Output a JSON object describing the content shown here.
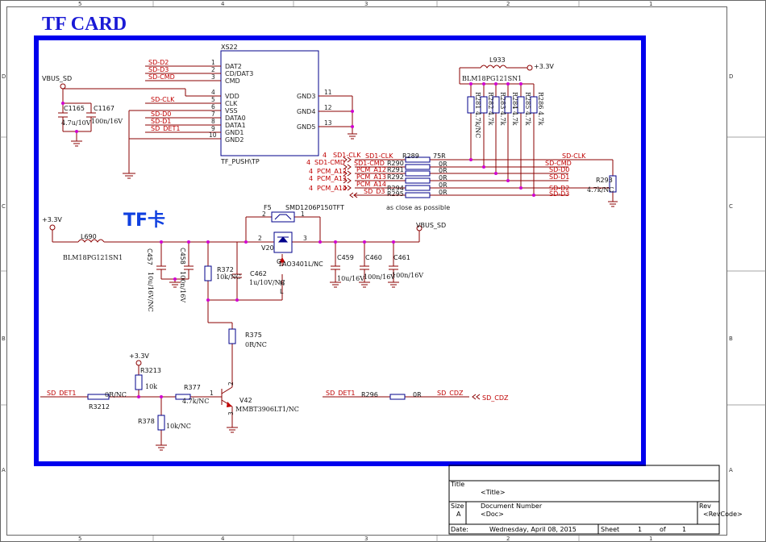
{
  "title": "TF CARD",
  "zones": {
    "columns": [
      "5",
      "4",
      "3",
      "2",
      "1"
    ],
    "rows": [
      "D",
      "C",
      "B",
      "A"
    ]
  },
  "connector": {
    "ref": "XS22",
    "footprint": "TF_PUSH\\TP",
    "left_pins": [
      {
        "num": "1",
        "name": "DAT2",
        "net": "SD-D2"
      },
      {
        "num": "2",
        "name": "CD/DAT3",
        "net": "SD-D3"
      },
      {
        "num": "3",
        "name": "CMD",
        "net": "SD-CMD"
      },
      {
        "num": "4",
        "name": "VDD",
        "net": ""
      },
      {
        "num": "5",
        "name": "CLK",
        "net": "SD-CLK"
      },
      {
        "num": "6",
        "name": "VSS",
        "net": ""
      },
      {
        "num": "7",
        "name": "DATA0",
        "net": "SD-D0"
      },
      {
        "num": "8",
        "name": "DATA1",
        "net": "SD-D1"
      },
      {
        "num": "9",
        "name": "GND1",
        "net": "SD_DET1"
      },
      {
        "num": "10",
        "name": "GND2",
        "net": ""
      }
    ],
    "right_pins": [
      {
        "num": "11",
        "name": "GND3"
      },
      {
        "num": "12",
        "name": "GND4"
      },
      {
        "num": "13",
        "name": "GND5"
      }
    ]
  },
  "vbus_label": "VBUS_SD",
  "caps_top": [
    {
      "ref": "C1165",
      "value": "4.7u/10V"
    },
    {
      "ref": "C1167",
      "value": "100n/16V"
    }
  ],
  "ferrite_top": {
    "ref": "L933",
    "value": "BLM18PG121SN1",
    "rail": "+3.3V"
  },
  "pullups": [
    {
      "ref": "R281",
      "value": "4.7k/NC"
    },
    {
      "ref": "R282",
      "value": "4.7k"
    },
    {
      "ref": "R283",
      "value": "4.7k"
    },
    {
      "ref": "R284",
      "value": "4.7k"
    },
    {
      "ref": "R285",
      "value": "4.7k"
    },
    {
      "ref": "R286",
      "value": "4.7k"
    }
  ],
  "series": [
    {
      "sheet": "4",
      "in": "SD1-CLK",
      "ref": "R289",
      "value": "75R",
      "out": "SD-CLK"
    },
    {
      "sheet": "4",
      "in": "SD1-CMD",
      "ref": "R290",
      "value": "0R",
      "out": "SD-CMD"
    },
    {
      "sheet": "4",
      "in": "PCM_A12",
      "ref": "R291",
      "value": "0R",
      "out": "SD-D0"
    },
    {
      "sheet": "4",
      "in": "PCM_A13",
      "ref": "R292",
      "value": "0R",
      "out": "SD-D1"
    },
    {
      "sheet": "4",
      "in": "PCM_A14",
      "ref": "R294",
      "value": "0R",
      "out": "SD-D2"
    },
    {
      "sheet": "",
      "in": "SD_D3",
      "ref": "R295",
      "value": "0R",
      "out": "SD-D3"
    }
  ],
  "r293": {
    "ref": "R293",
    "value": "4.7k/NC"
  },
  "note": "as close as possible",
  "tf_logo": "TF卡",
  "power": {
    "rail_in": "+3.3V",
    "ferrite": {
      "ref": "L690",
      "value": "BLM18PG121SN1"
    },
    "fuse": {
      "ref": "F5",
      "value": "SMD1206P150TFT"
    },
    "mosfet": {
      "ref": "V20",
      "value": "AO3401L/NC",
      "pins": [
        "1",
        "2",
        "3"
      ],
      "g": "G"
    },
    "out": "VBUS_SD",
    "c457": {
      "ref": "C457",
      "value": "10u/16V/NC"
    },
    "c458": {
      "ref": "C458",
      "value": "100n/16V"
    },
    "r372": {
      "ref": "R372",
      "value": "10k/NC"
    },
    "c462": {
      "ref": "C462",
      "value": "1u/10V/NC"
    },
    "hl": [
      "H",
      "L"
    ],
    "c459": {
      "ref": "C459",
      "value": "10u/16V"
    },
    "c460": {
      "ref": "C460",
      "value": "100n/16V"
    },
    "c461": {
      "ref": "C461",
      "value": "100n/16V"
    }
  },
  "detect": {
    "r375": {
      "ref": "R375",
      "value": "0R/NC"
    },
    "rail": "+3.3V",
    "r3213": {
      "ref": "R3213",
      "value": "10k"
    },
    "net": "SD_DET1",
    "r3212": {
      "ref": "R3212",
      "value": "0R/NC"
    },
    "r377": {
      "ref": "R377",
      "value": "4.7k/NC"
    },
    "r378": {
      "ref": "R378",
      "value": "10k/NC"
    },
    "q": {
      "ref": "V42",
      "value": "MMBT3906LT1/NC",
      "pins": [
        "1",
        "2",
        "3"
      ]
    }
  },
  "cdz": {
    "net": "SD_DET1",
    "ref": "R296",
    "value": "0R",
    "out": "SD_CDZ",
    "port": "SD_CDZ"
  },
  "title_block": {
    "title_label": "Title",
    "title_value": "<Title>",
    "size_label": "Size",
    "size_value": "A",
    "docnum_label": "Document Number",
    "docnum_value": "<Doc>",
    "rev_label": "Rev",
    "rev_value": "<RevCode>",
    "date_label": "Date:",
    "date_value": "Wednesday, April 08, 2015",
    "sheet_label": "Sheet",
    "sheet_num": "1",
    "of_label": "of",
    "sheet_total": "1"
  },
  "colors": {
    "frame": "#0000ee",
    "wire": "#8b0000",
    "net": "#c00000",
    "junction": "#d000d0",
    "part": "#00008b"
  }
}
